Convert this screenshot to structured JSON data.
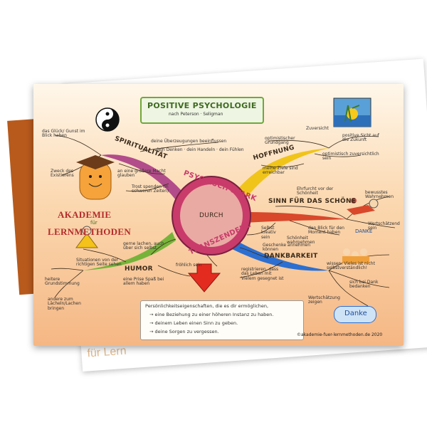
{
  "poster": {
    "banner_title": "POSITIVE PSYCHOLOGIE",
    "banner_subtitle": "nach Peterson · Seligman",
    "center_top": "PSYCHISCH STARK",
    "center_middle": "DURCH",
    "center_bottom": "TRANSZENDENZ",
    "branches": {
      "spiritualitaet": "SPIRITUALITÄT",
      "hoffnung": "HOFFNUNG",
      "sinn": "SINN FÜR DAS SCHÖNE",
      "dankbarkeit": "DANKBARKEIT",
      "humor": "HUMOR"
    },
    "notes": {
      "glueck": "das Glück/ Gunst im Blick haben",
      "zweck": "Zweck des Existierens",
      "hoehere_macht": "an eine größere Macht glauben",
      "ueberzeugungen": "deine Überzeugungen beeinflussen",
      "denken": "· dein Denken · dein Handeln · dein Fühlen",
      "trost": "Trost spenden (in schweren Zeiten)",
      "optimistischer": "optimistischer Grundgang",
      "zuversicht": "Zuversicht",
      "positive_sicht": "positive Sicht auf die Zukunft",
      "optimistisch_sein": "optimistisch zuversichtlich sein",
      "ziele": "meine Ziele sind erreichbar",
      "ehrfurcht": "Ehrfurcht vor der Schönheit",
      "bewusstes": "bewusstes Wahrnehmen",
      "wertschaetzend": "Wertschätzend sein",
      "blick": "den Blick für den Moment haben",
      "selbst": "Selbst kreativ sein",
      "schoenheit_wahrnehmen": "Schönheit wahrnehmen",
      "gerne_lachen": "gerne lachen, auch über sich selbst",
      "situationen": "Situationen von der richtigen Seite sehen",
      "fröhlich": "fröhlich sein",
      "prise": "eine Prise Spaß bei allem haben",
      "heitere": "heitere Grundstimmung",
      "andere": "andere zum Lächeln/Lachen bringen",
      "geschenke": "Geschenke annehmen können",
      "wissen": "wissen: Vieles ist nicht selbstverständlich!",
      "registrieren": "registrieren, dass das Leben mit Vielem gesegnet ist",
      "sich_bei": "sich bei Dank bedanken",
      "wertschaetzung": "Wertschätzung zeigen"
    },
    "box": {
      "line1": "Persönlichkeitseigenschaften, die es dir ermöglichen,",
      "line2": "→ eine Beziehung zu einer höheren Instanz zu haben.",
      "line3": "→ deinem Leben einen Sinn zu geben.",
      "line4": "→ deine Sorgen zu vergessen."
    },
    "danke_badge": "Danke",
    "danke_sign": "DANKE",
    "copyright": "©akademie-fuer-lernmethoden.de 2020",
    "logo_line1": "AKADEMIE",
    "logo_line2": "für",
    "logo_line3": "LERNMETHODEN"
  },
  "back_card_text": "für Lern",
  "colors": {
    "spiritualitaet": "#b24c8a",
    "hoffnung": "#f0c419",
    "sinn": "#d9482b",
    "dankbarkeit": "#2c6fd1",
    "humor": "#77b33b",
    "center": "#c93b6a",
    "arrow": "#e32b1f"
  }
}
